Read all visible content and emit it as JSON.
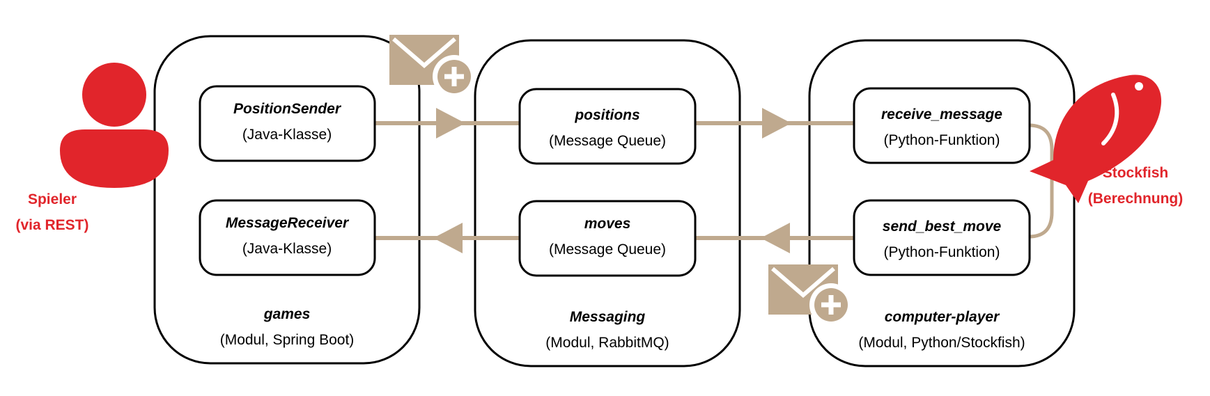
{
  "colors": {
    "accent_red": "#e1252b",
    "connector": "#bfa98e",
    "outline": "#000000"
  },
  "actor": {
    "icon": "user-icon",
    "line1": "Spieler",
    "line2": "(via REST)"
  },
  "engine": {
    "icon": "fish-icon",
    "line1": "Stockfish",
    "line2": "(Berechnung)"
  },
  "modules": {
    "games": {
      "name": "games",
      "sub": "(Modul, Spring Boot)",
      "components": {
        "sender": {
          "name": "PositionSender",
          "sub": "(Java-Klasse)"
        },
        "receiver": {
          "name": "MessageReceiver",
          "sub": "(Java-Klasse)"
        }
      }
    },
    "messaging": {
      "name": "Messaging",
      "sub": "(Modul, RabbitMQ)",
      "components": {
        "positions": {
          "name": "positions",
          "sub": "(Message Queue)"
        },
        "moves": {
          "name": "moves",
          "sub": "(Message Queue)"
        }
      }
    },
    "computer": {
      "name": "computer-player",
      "sub": "(Modul, Python/Stockfish)",
      "components": {
        "receive": {
          "name": "receive_message",
          "sub": "(Python-Funktion)"
        },
        "send": {
          "name": "send_best_move",
          "sub": "(Python-Funktion)"
        }
      }
    }
  },
  "icons": {
    "message_add": "envelope-plus-icon"
  }
}
